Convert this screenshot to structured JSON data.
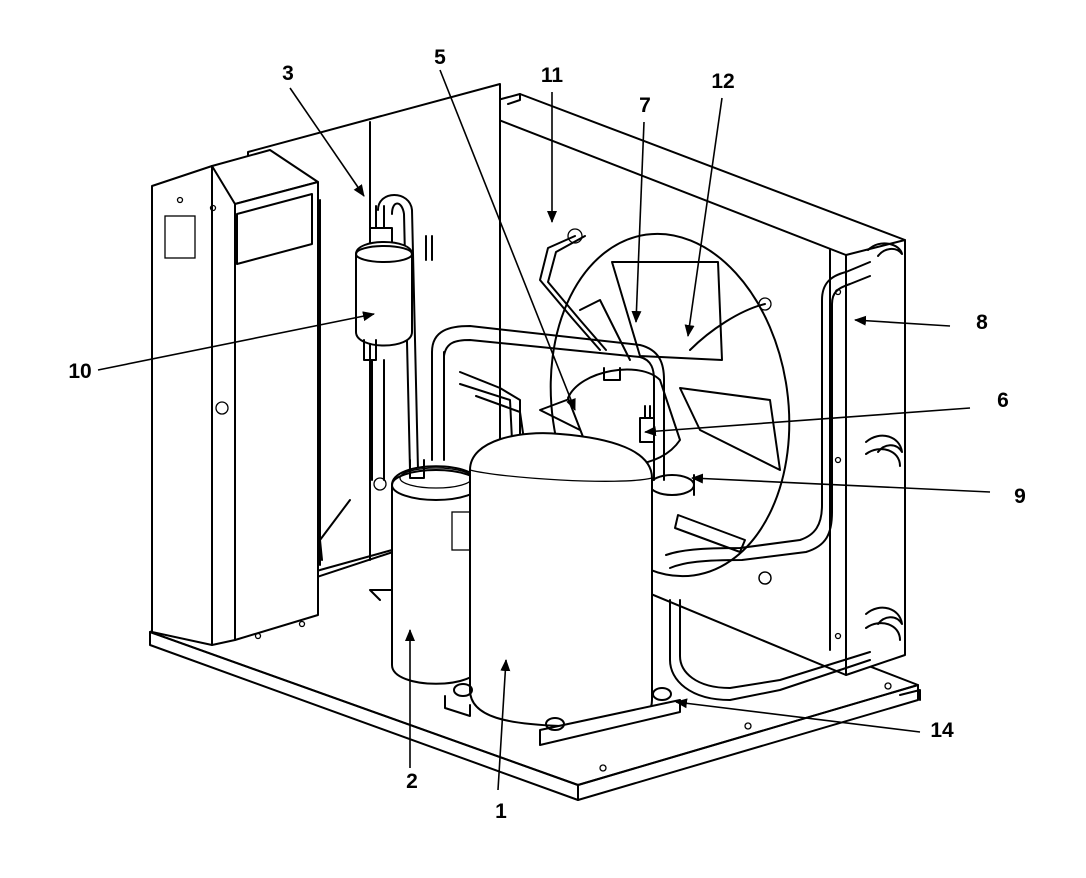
{
  "callouts": {
    "c1": "1",
    "c2": "2",
    "c3": "3",
    "c5": "5",
    "c6": "6",
    "c7": "7",
    "c8": "8",
    "c9": "9",
    "c10": "10",
    "c11": "11",
    "c12": "12",
    "c14": "14"
  }
}
